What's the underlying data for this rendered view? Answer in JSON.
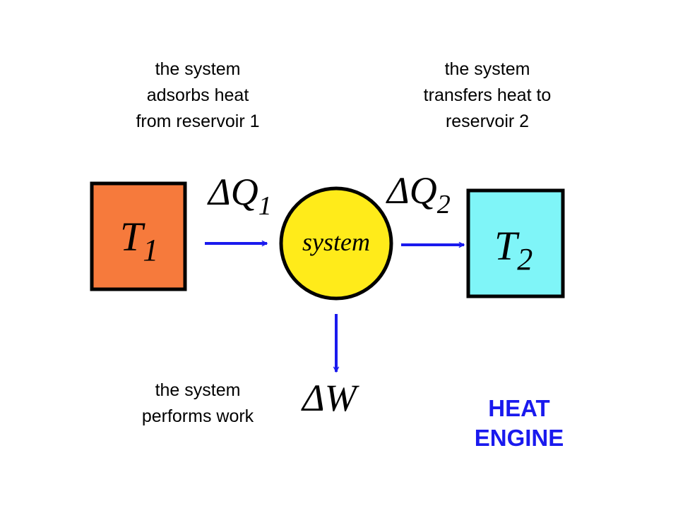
{
  "captions": {
    "absorb": [
      "the system",
      "adsorbs heat",
      "from reservoir 1"
    ],
    "transfer": [
      "the system",
      "transfers heat to",
      "reservoir 2"
    ],
    "work": [
      "the system",
      "performs work"
    ]
  },
  "engine_title": [
    "HEAT",
    "ENGINE"
  ],
  "reservoir1": {
    "symbol": "T",
    "subscript": "1",
    "color": "#f67a3c"
  },
  "reservoir2": {
    "symbol": "T",
    "subscript": "2",
    "color": "#7ff5f8"
  },
  "system": {
    "label": "system",
    "color": "#ffeb1a"
  },
  "heat_in": {
    "delta": "Δ",
    "symbol": "Q",
    "subscript": "1"
  },
  "heat_out": {
    "delta": "Δ",
    "symbol": "Q",
    "subscript": "2"
  },
  "work": {
    "delta": "Δ",
    "symbol": "W"
  },
  "colors": {
    "arrow": "#1a1aee",
    "title": "#1a1aee",
    "outline": "#000000"
  }
}
